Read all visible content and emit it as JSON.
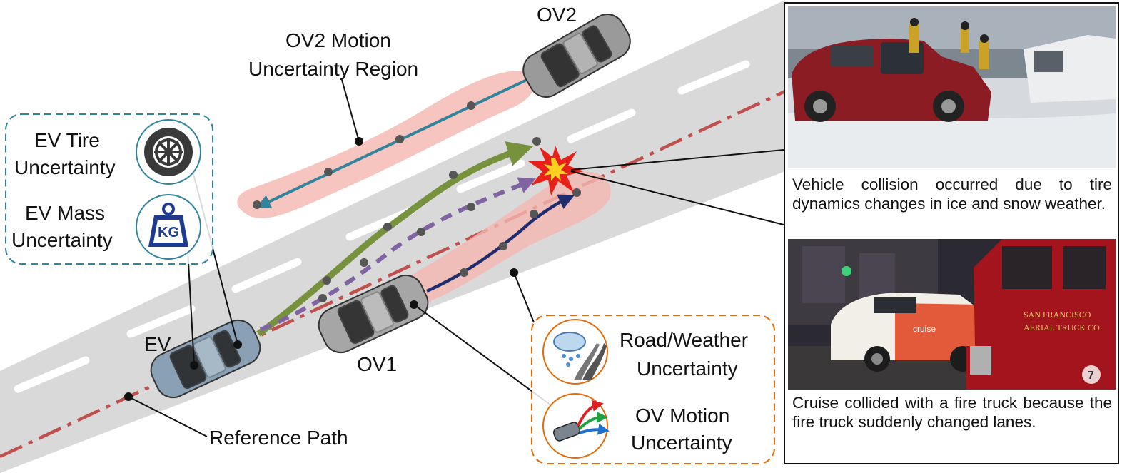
{
  "labels": {
    "ov2": "OV2",
    "ov2_region_line1": "OV2 Motion",
    "ov2_region_line2": "Uncertainty Region",
    "ev": "EV",
    "ov1": "OV1",
    "reference_path": "Reference Path",
    "ev_tire_line1": "EV Tire",
    "ev_tire_line2": "Uncertainty",
    "ev_mass_line1": "EV Mass",
    "ev_mass_line2": "Uncertainty",
    "kg": "KG",
    "road_weather_line1": "Road/Weather",
    "road_weather_line2": "Uncertainty",
    "ov_motion_line1": "OV Motion",
    "ov_motion_line2": "Uncertainty"
  },
  "photos": {
    "top_caption": "Vehicle collision occurred due to tire dynamics changes in ice and snow weather.",
    "bottom_caption": "Cruise collided with a fire truck because the fire truck suddenly changed lanes.",
    "cruise_logo": "cruise",
    "truck_text_line1": "SAN FRANCISCO",
    "truck_text_line2": "AERIAL TRUCK CO.",
    "truck_number": "7"
  },
  "colors": {
    "road": "#d9d9d9",
    "reference_path": "#c0504d",
    "ev_path": "#76923c",
    "predicted_path": "#8064a2",
    "ov1_path": "#1f2d6e",
    "ov2_path": "#31849b",
    "uncertainty_region": "#f4b6b0",
    "teal_box": "#31849b",
    "orange_box": "#e36c0a"
  },
  "icons": [
    "tire-icon",
    "kg-weight-icon",
    "weather-road-icon",
    "ov-motion-icon",
    "collision-star-icon",
    "car-icon"
  ]
}
